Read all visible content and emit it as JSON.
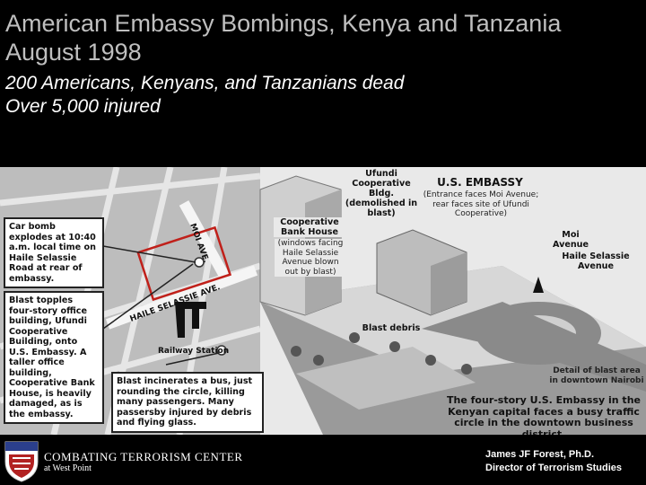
{
  "slide": {
    "title_line1": "American Embassy Bombings, Kenya and Tanzania",
    "title_line2": "August 1998",
    "subtitle_line1": "200 Americans, Kenyans, and Tanzanians dead",
    "subtitle_line2": "Over 5,000 injured"
  },
  "figure": {
    "callout_car_bomb": "Car bomb explodes at 10:40 a.m. local time on Haile Selassie Road at rear of embassy.",
    "callout_blast_topples": "Blast topples four-story office building, Ufundi Cooperative Building, onto U.S. Embassy. A taller office building, Cooperative Bank House, is heavily damaged, as is the embassy.",
    "callout_bus": "Blast incinerates a bus, just rounding the circle, killing many passengers. Many passersby injured by debris and flying glass.",
    "label_ufundi": "Ufundi Cooperative Bldg. (demolished in blast)",
    "label_embassy_title": "U.S. EMBASSY",
    "label_embassy_desc": "(Entrance faces Moi Avenue; rear faces site of Ufundi Cooperative)",
    "label_coop_bank_title": "Cooperative Bank House",
    "label_coop_bank_desc": "(windows facing Haile Selassie Avenue blown out by blast)",
    "label_moi_avenue": "Moi Avenue",
    "label_haile_avenue": "Haile Selassie Avenue",
    "label_blast_debris": "Blast debris",
    "label_detail": "Detail of blast area in downtown Nairobi",
    "label_caption": "The four-story U.S. Embassy in the Kenyan capital faces a busy traffic circle in the downtown business district.",
    "map_street_moi": "MOI AVE.",
    "map_street_haile": "HAILE SELASSIE AVE.",
    "map_railway": "Railway Station"
  },
  "footer": {
    "org_name": "COMBATING TERRORISM CENTER",
    "org_sub": "at West Point",
    "author_name": "James JF Forest, Ph.D.",
    "author_title": "Director of Terrorism Studies"
  }
}
